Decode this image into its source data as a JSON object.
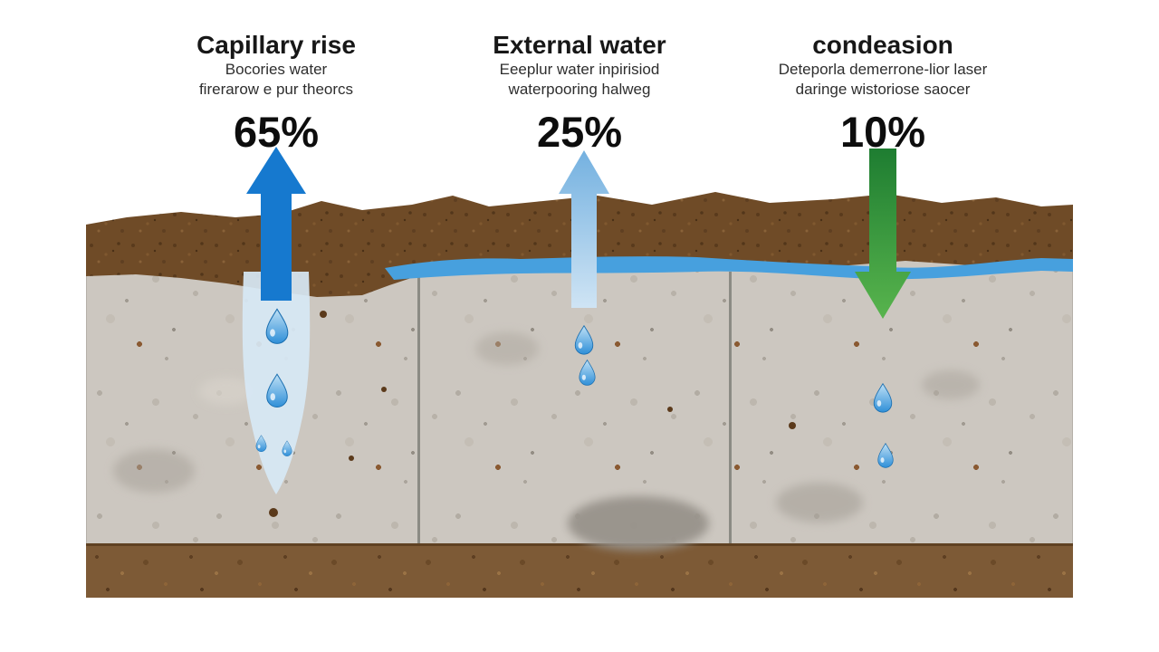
{
  "columns": [
    {
      "title": "Capillary rise",
      "subtitle_line1": "Bocories water",
      "subtitle_line2": "firerarow e pur theorcs",
      "percent": "65%",
      "arrow_direction": "up",
      "arrow_color": "#1679cf"
    },
    {
      "title": "External water",
      "subtitle_line1": "Eeeplur water inpirisiod",
      "subtitle_line2": "waterpooring halweg",
      "percent": "25%",
      "arrow_direction": "up",
      "arrow_color_top": "#74b1e0",
      "arrow_color_bottom": "#cfe4f4"
    },
    {
      "title": "condeasion",
      "subtitle_line1": "Deteporla demerrone-lior laser",
      "subtitle_line2": "daringe wistoriose saocer",
      "percent": "10%",
      "arrow_direction": "down",
      "arrow_color_top": "#1e7d31",
      "arrow_color_bottom": "#58b44d"
    }
  ],
  "diagram": {
    "topsoil_color": "#6f4b27",
    "topsoil_dark": "#4a2f15",
    "water_color": "#47a0de",
    "concrete_color": "#ccc7c0",
    "bottom_soil_color": "#7d5a36",
    "plume_color": "#d7e8f5",
    "droplet_color_light": "#bfe0f5",
    "droplet_color_dark": "#2f8fd8"
  }
}
